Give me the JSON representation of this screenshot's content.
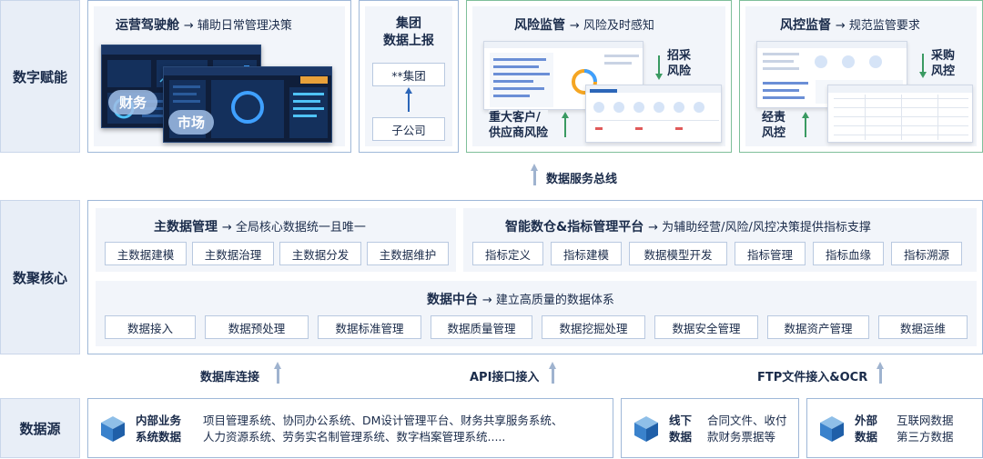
{
  "layers": {
    "top": "数字赋能",
    "middle": "数聚核心",
    "bottom": "数据源"
  },
  "cockpit": {
    "title": "运营驾驶舱",
    "subtitle": "→ 辅助日常管理决策",
    "label_finance": "财务",
    "label_market": "市场"
  },
  "group_report": {
    "title_line1": "集团",
    "title_line2": "数据上报",
    "box_top": "**集团",
    "box_bottom": "子公司"
  },
  "risk_supervision": {
    "title": "风险监管",
    "subtitle": "→ 风险及时感知",
    "label_procurement_risk_1": "招采",
    "label_procurement_risk_2": "风险",
    "label_major_1": "重大客户/",
    "label_major_2": "供应商风险"
  },
  "risk_control": {
    "title": "风控监督",
    "subtitle": "→ 规范监管要求",
    "label_purchase_1": "采购",
    "label_purchase_2": "风控",
    "label_mgmt_1": "经责",
    "label_mgmt_2": "风控"
  },
  "bus": {
    "label": "数据服务总线"
  },
  "master_data": {
    "title": "主数据管理",
    "subtitle": "→ 全局核心数据统一且唯一",
    "items": [
      "主数据建模",
      "主数据治理",
      "主数据分发",
      "主数据维护"
    ]
  },
  "indicator_platform": {
    "title": "智能数仓&指标管理平台",
    "subtitle": "→ 为辅助经营/风险/风控决策提供指标支撑",
    "items": [
      "指标定义",
      "指标建模",
      "数据模型开发",
      "指标管理",
      "指标血缘",
      "指标溯源"
    ]
  },
  "data_middle": {
    "title": "数据中台",
    "subtitle": "→ 建立高质量的数据体系",
    "items": [
      "数据接入",
      "数据预处理",
      "数据标准管理",
      "数据质量管理",
      "数据挖掘处理",
      "数据安全管理",
      "数据资产管理",
      "数据运维"
    ]
  },
  "ingest": {
    "db": "数据库连接",
    "api": "API接口接入",
    "ftp": "FTP文件接入&OCR"
  },
  "sources": {
    "internal_name_1": "内部业务",
    "internal_name_2": "系统数据",
    "internal_desc_1": "项目管理系统、协同办公系统、DM设计管理平台、财务共享服务系统、",
    "internal_desc_2": "人力资源系统、劳务实名制管理系统、数字档案管理系统.....",
    "offline_name_1": "线下",
    "offline_name_2": "数据",
    "offline_desc_1": "合同文件、收付",
    "offline_desc_2": "款财务票据等",
    "external_name_1": "外部",
    "external_name_2": "数据",
    "external_desc_1": "互联网数据",
    "external_desc_2": "第三方数据"
  },
  "colors": {
    "frame_blue": "#9fb8d8",
    "frame_green": "#7fbf9a",
    "arrow_blue": "#2c66b8",
    "arrow_green": "#3a9a62",
    "panel_bg": "#f2f5fa"
  }
}
